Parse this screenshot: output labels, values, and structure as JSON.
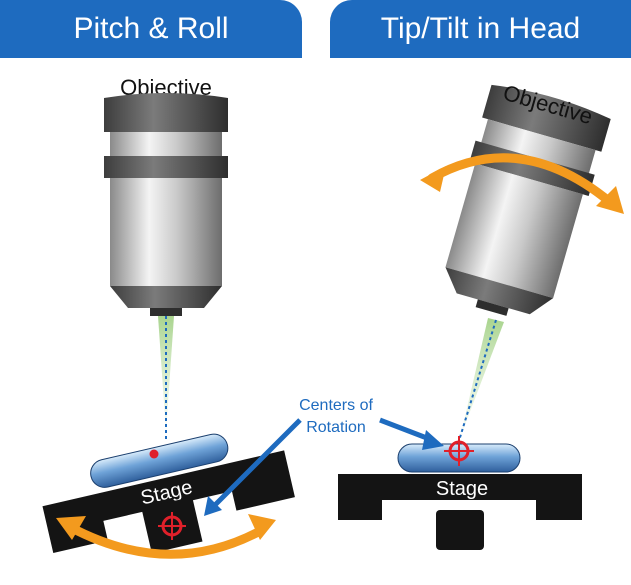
{
  "panels": {
    "left": {
      "title": "Pitch & Roll"
    },
    "right": {
      "title": "Tip/Tilt in Head"
    }
  },
  "labels": {
    "objective_left": "Objective",
    "objective_right": "Objective",
    "stage_left": "Stage",
    "stage_right": "Stage",
    "centers_line1": "Centers of",
    "centers_line2": "Rotation"
  },
  "colors": {
    "banner": "#1e6bbf",
    "arrow_orange": "#f39a1e",
    "pointer_blue": "#1e6bbf",
    "light_cone": "#b5d99c",
    "target_red": "#e0202a",
    "stage_black": "#141414"
  },
  "icons": {
    "rotation_arrow": "double-headed-curved-arrow",
    "center_marker": "crosshair-target-icon"
  }
}
